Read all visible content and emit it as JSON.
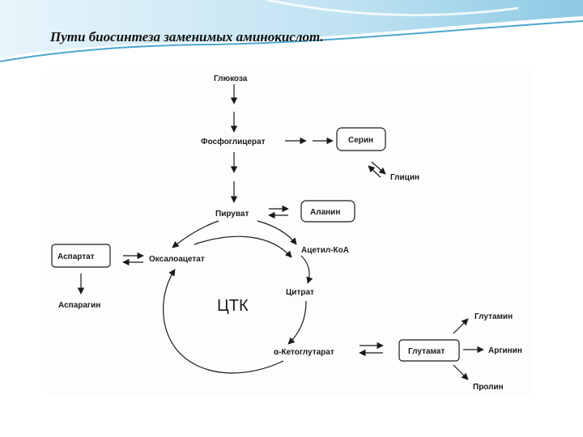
{
  "title": "Пути биосинтеза заменимых аминокислот.",
  "diagram": {
    "glucose": "Глюкоза",
    "phosphoglycerate": "Фосфоглицерат",
    "serine": "Серин",
    "glycine": "Глицин",
    "pyruvate": "Пируват",
    "alanine": "Аланин",
    "acetyl_coa": "Ацетил-КоА",
    "oxaloacetate": "Оксалоацетат",
    "aspartate": "Аспартат",
    "asparagine": "Аспарагин",
    "citrate": "Цитрат",
    "tca": "ЦТК",
    "alpha_ketoglutarate": "α-Кетоглутарат",
    "glutamate": "Глутамат",
    "glutamine": "Глутамин",
    "arginine": "Аргинин",
    "proline": "Пролин"
  },
  "colors": {
    "header_wave": "#4aa6cf",
    "header_light": "#d6edf7",
    "ink": "#1a1a1a"
  }
}
